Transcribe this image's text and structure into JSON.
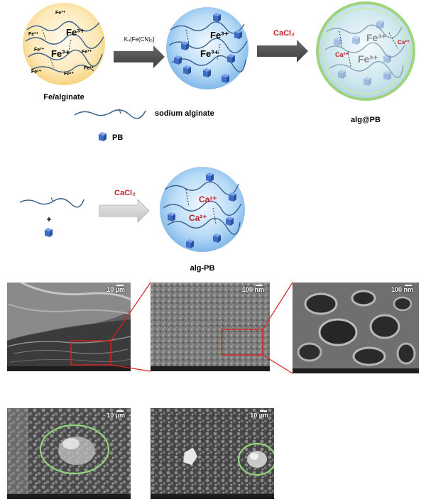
{
  "scheme_top": {
    "ions": {
      "fe3_small": "Fe³⁺",
      "fe2_small": "Fe²⁺",
      "fe3_big": "Fe³⁺",
      "ca2": "Ca²⁺"
    },
    "label_fe_alginate": "Fe/alginate",
    "arrow1_reagent": "K₄[Fe(CN)₆]",
    "arrow2_reagent": "CaCl₂",
    "label_alg_at_pb": "alg@PB",
    "legend": {
      "sodium_alginate": "sodium alginate",
      "pb": "PB"
    }
  },
  "scheme_bottom": {
    "plus": "+",
    "arrow_reagent": "CaCl₂",
    "label_alg_pb": "alg-PB",
    "ca2": "Ca²⁺"
  },
  "sem_images": {
    "img1_scale": "10 µm",
    "img2_scale": "100 nm",
    "img3_scale": "100 nm",
    "img4_scale": "10 µm",
    "img5_scale": "10 µm"
  },
  "colors": {
    "yellow_sphere": "#fde9b8",
    "blue_sphere": "#a9d3f5",
    "green_sphere_edge": "#9fd37f",
    "pb_cube": "#3d6dc7",
    "chain": "#3b5f8a",
    "reagent_red": "#c0202a",
    "arrow_dark": "#555555",
    "zoom_red": "#e02020",
    "highlight_green": "#8fd47a"
  }
}
